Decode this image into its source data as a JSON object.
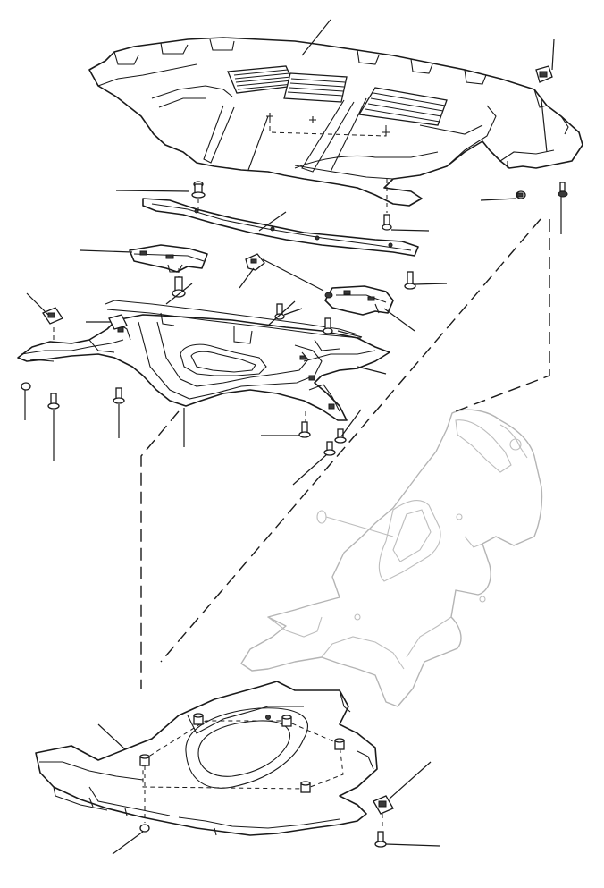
{
  "diagram": {
    "parts": [
      {
        "id": "upper-panel",
        "name": "upper-undertray-panel"
      },
      {
        "id": "crossbar",
        "name": "mounting-crossbar"
      },
      {
        "id": "left-bracket",
        "name": "left-mounting-bracket"
      },
      {
        "id": "right-bracket",
        "name": "right-mounting-bracket"
      },
      {
        "id": "middle-tray",
        "name": "middle-underbody-tray"
      },
      {
        "id": "ghost-body",
        "name": "reference-body-section"
      },
      {
        "id": "lower-tray",
        "name": "lower-undertray-panel"
      }
    ],
    "fastener_types": [
      "bolt",
      "nut",
      "clip-nut",
      "speed-clip"
    ],
    "colors": {
      "line": "#1a1a1a",
      "ghost_line": "#b4b4b4",
      "background": "#ffffff"
    }
  }
}
